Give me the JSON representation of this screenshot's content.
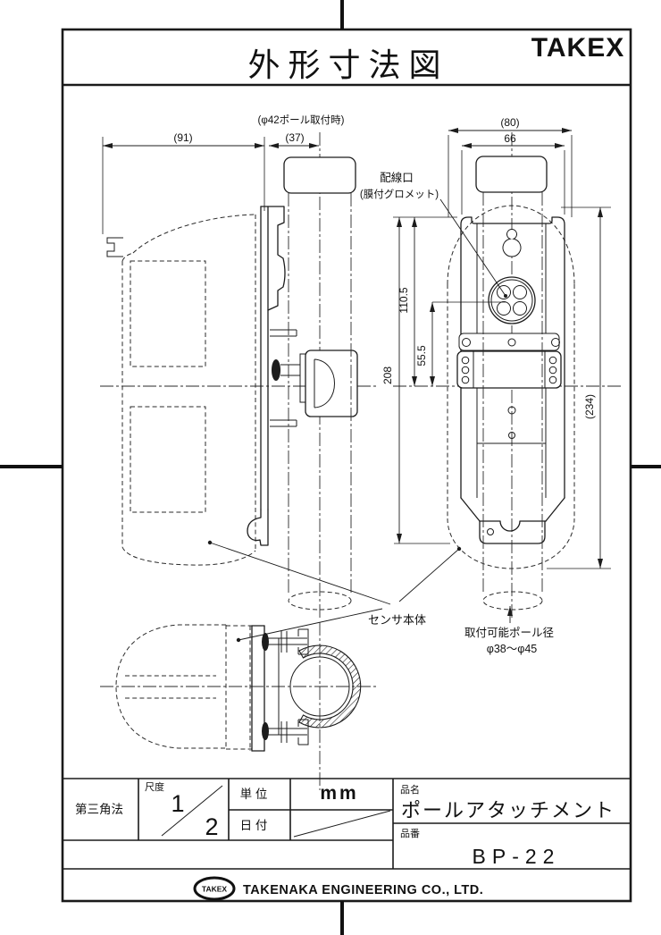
{
  "header": {
    "title": "外形寸法図",
    "brand": "TAKEX"
  },
  "dimensions": {
    "side_width": "(91)",
    "side_offset": "(37)",
    "side_note": "(φ42ポール取付時)",
    "front_overall_width": "(80)",
    "front_plate_width": "66",
    "front_height_upper": "110.5",
    "front_height_lower": "55.5",
    "front_plate_height": "208",
    "front_overall_height": "(234)"
  },
  "callouts": {
    "wiring_port": "配線口",
    "wiring_port_sub": "(膜付グロメット)",
    "sensor_body": "センサ本体",
    "pole_range_title": "取付可能ポール径",
    "pole_range_value": "φ38～φ45"
  },
  "title_block": {
    "projection": "第三角法",
    "scale_label": "尺度",
    "scale_numerator": "1",
    "scale_denominator": "2",
    "unit_label": "単 位",
    "unit_value": "mm",
    "date_label": "日 付",
    "product_name_label": "品名",
    "product_name": "ポールアタッチメント",
    "product_number_label": "品番",
    "product_number": "BP-22"
  },
  "footer": {
    "logo": "TAKEX",
    "company": "TAKENAKA ENGINEERING CO., LTD."
  }
}
